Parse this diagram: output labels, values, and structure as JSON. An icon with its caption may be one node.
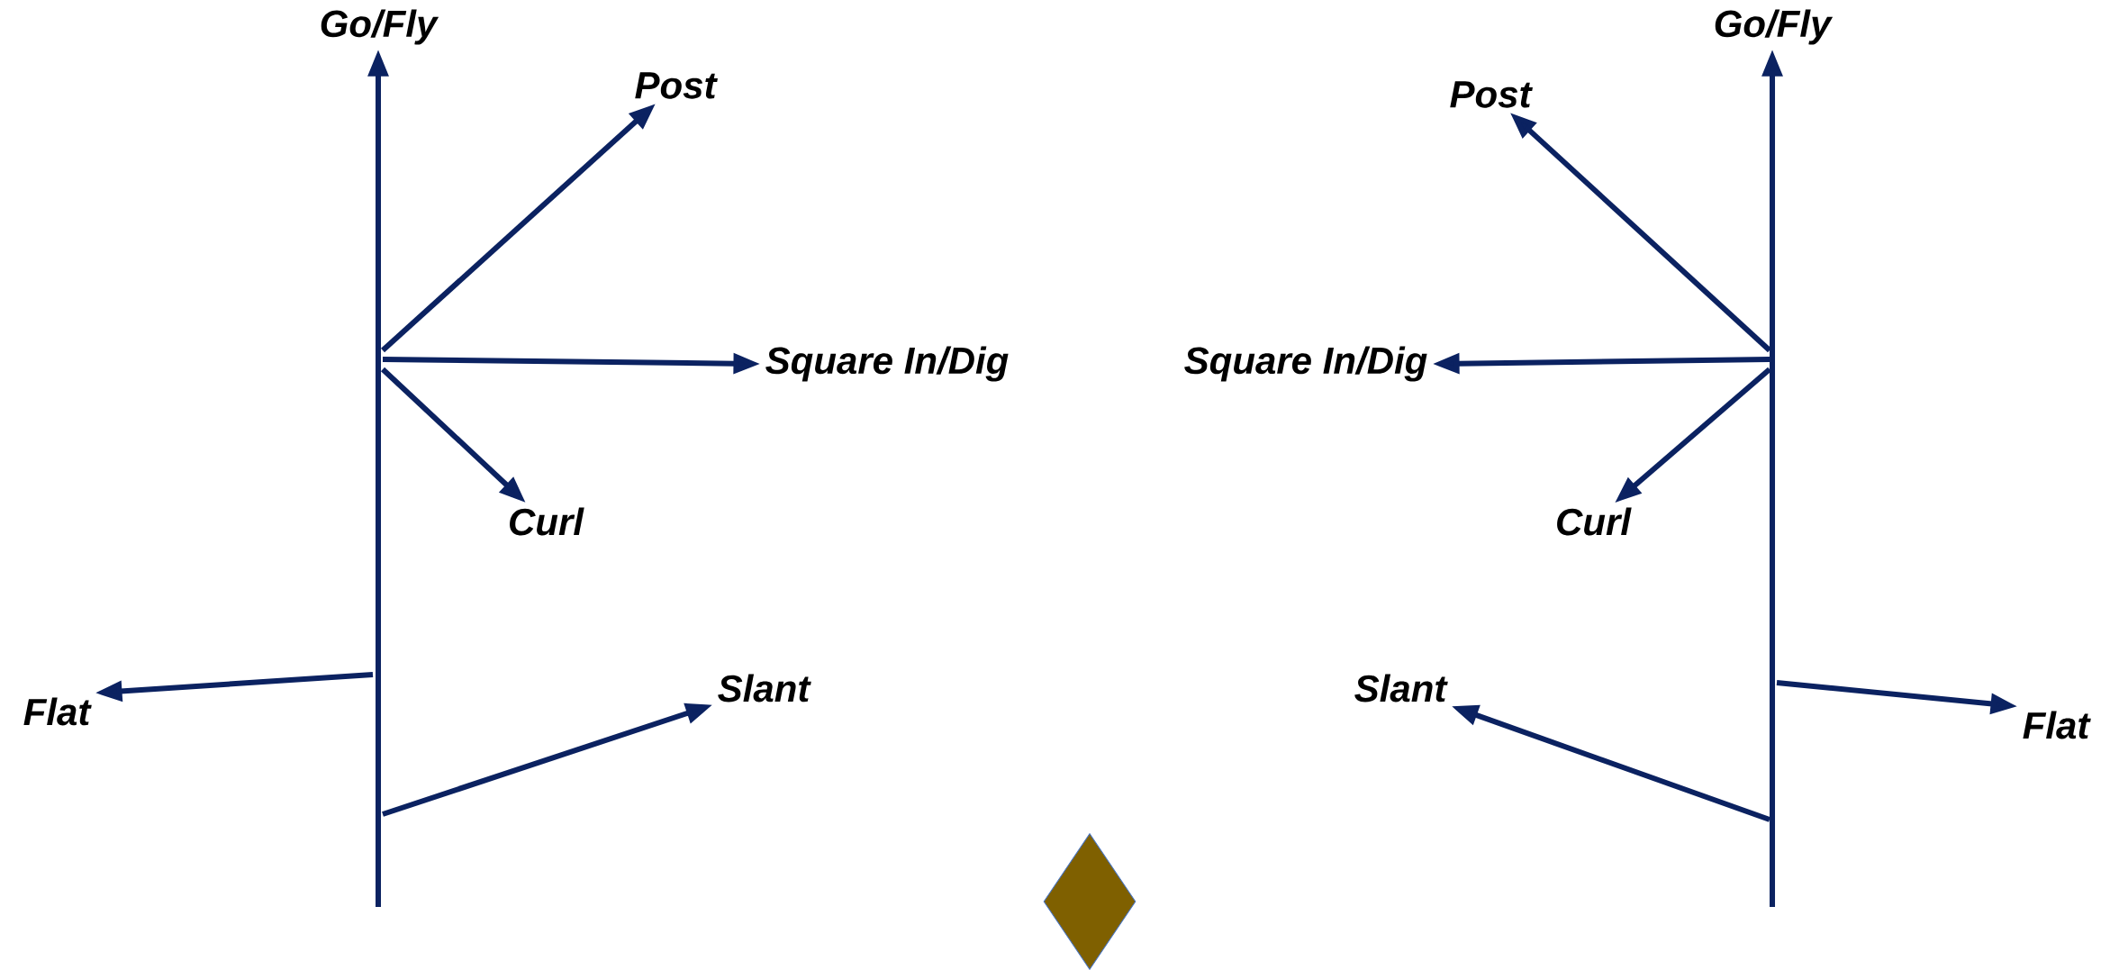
{
  "diagram": {
    "nodes": [
      {
        "text": [
          "Go/Fly"
        ]
      },
      {
        "text": [
          "Go/Fly"
        ]
      },
      {
        "text": [
          "Post"
        ]
      },
      {
        "text": [
          "Post"
        ]
      },
      {
        "text": [
          "Square In/Dig"
        ]
      },
      {
        "text": [
          "Square In/Dig"
        ]
      },
      {
        "text": [
          "Curl"
        ]
      },
      {
        "text": [
          "Curl"
        ]
      },
      {
        "text": [
          "Flat"
        ]
      },
      {
        "text": [
          "Slant"
        ]
      },
      {
        "text": [
          "Slant"
        ]
      },
      {
        "text": [
          "Flat"
        ]
      },
      {
        "text": [],
        "shape": "diamond"
      }
    ],
    "edges": [
      {
        "from": null,
        "to": 0,
        "arrow": "to"
      },
      {
        "from": null,
        "to": 1,
        "arrow": "to"
      },
      {
        "from": null,
        "to": 2,
        "arrow": "to"
      },
      {
        "from": null,
        "to": 3,
        "arrow": "to"
      },
      {
        "from": null,
        "to": 4,
        "arrow": "to"
      },
      {
        "from": null,
        "to": 5,
        "arrow": "to"
      },
      {
        "from": null,
        "to": 6,
        "arrow": "to"
      },
      {
        "from": null,
        "to": 7,
        "arrow": "to"
      },
      {
        "from": null,
        "to": 8,
        "arrow": "to"
      },
      {
        "from": null,
        "to": 9,
        "arrow": "to"
      },
      {
        "from": null,
        "to": 10,
        "arrow": "to"
      },
      {
        "from": null,
        "to": 11,
        "arrow": "to"
      }
    ]
  }
}
